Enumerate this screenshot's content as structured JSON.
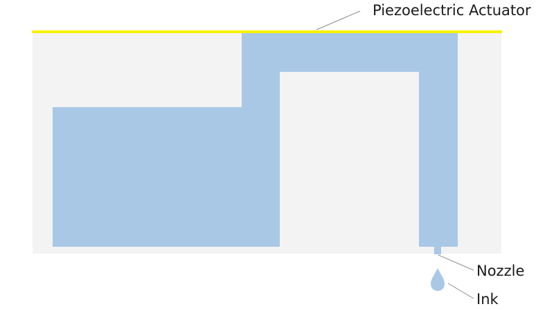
{
  "labels": {
    "actuator": "Piezoelectric Actuator",
    "nozzle": "Nozzle",
    "ink": "Ink"
  },
  "colors": {
    "housing": "#f3f3f3",
    "ink": "#a8c8e6",
    "actuator": "#f7f200",
    "leader": "#8a8a8a",
    "text": "#1a1a1a"
  }
}
